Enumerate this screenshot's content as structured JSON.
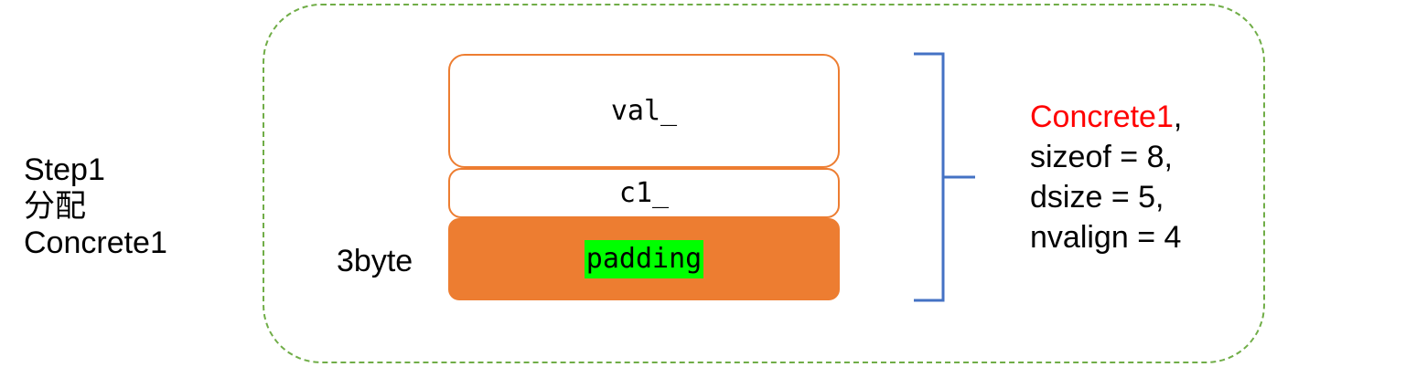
{
  "step": {
    "line1": "Step1",
    "line2": "分配",
    "line3": "Concrete1"
  },
  "blocks": {
    "val": "val_",
    "c1": "c1_",
    "padding": "padding"
  },
  "padding_size_label": "3byte",
  "info": {
    "type_name": "Concrete1",
    "type_suffix": ",",
    "sizeof": "sizeof = 8,",
    "dsize": "dsize = 5,",
    "nvalign": "nvalign = 4"
  },
  "colors": {
    "container_border": "#70ad47",
    "block_border": "#ed7d31",
    "padding_fill": "#ed7d31",
    "padding_highlight": "#00ff00",
    "bracket": "#4472c4",
    "type_name": "#ff0000"
  }
}
